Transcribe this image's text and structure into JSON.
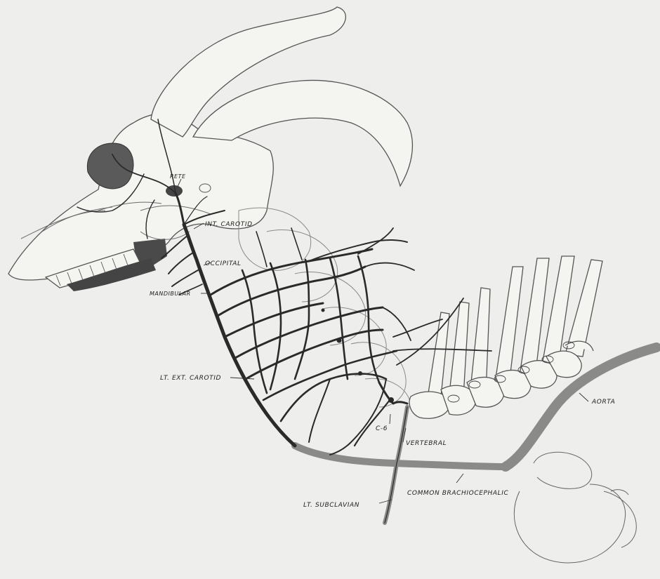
{
  "figure": {
    "labels": {
      "rete": "RETE",
      "int_carotid": "INT. CAROTID",
      "occipital": "OCCIPITAL",
      "mandibular": "MANDIBULAR",
      "lt_ext_carotid": "LT. EXT. CAROTID",
      "c6": "C-6",
      "vertebral": "VERTEBRAL",
      "aorta": "AORTA",
      "common_brachiocephalic": "COMMON BRACHIOCEPHALIC",
      "lt_subclavian": "LT. SUBCLAVIAN"
    },
    "colors": {
      "background": "#eeeeec",
      "vessel": "#2a2a2a",
      "bone_outline": "#555555",
      "aorta_shade": "#8a8a88"
    }
  }
}
